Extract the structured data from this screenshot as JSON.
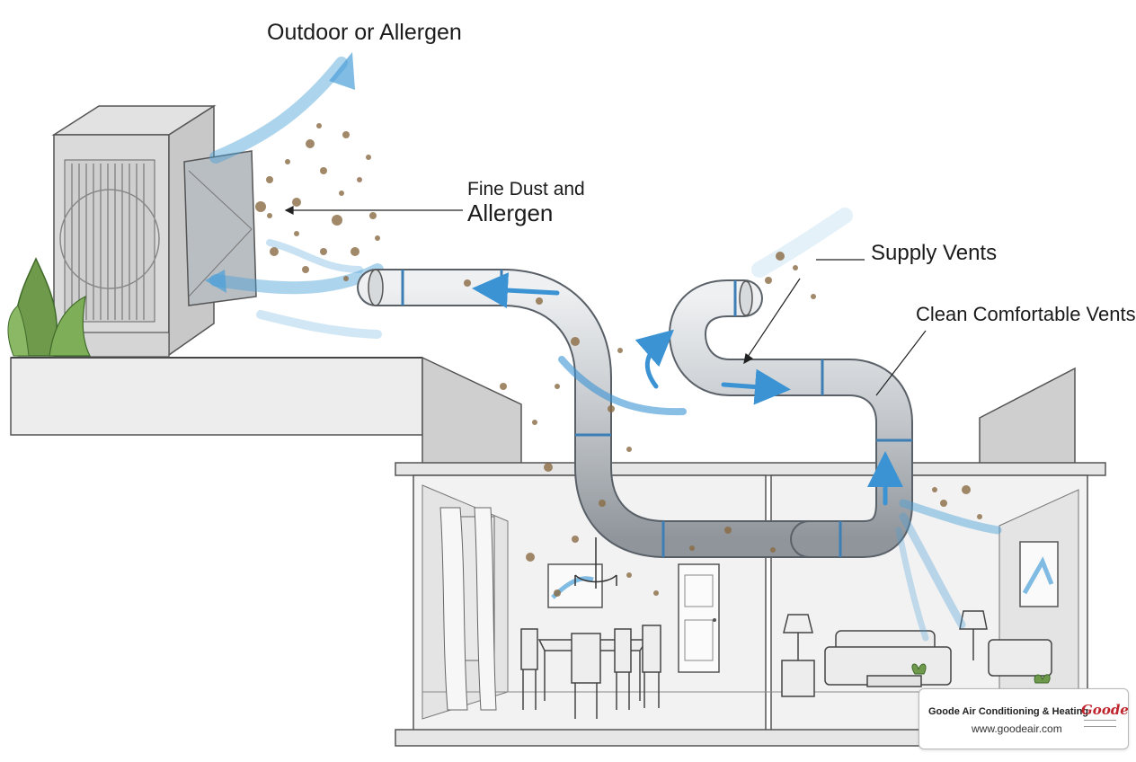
{
  "labels": {
    "outdoor": "Outdoor or Allergen",
    "fine_line1": "Fine Dust and",
    "fine_line2": "Allergen",
    "supply": "Supply Vents",
    "clean": "Clean Comfortable Vents"
  },
  "brand": {
    "name": "Goode Air Conditioning & Heating",
    "url": "www.goodeair.com",
    "logo_text": "Goode"
  },
  "colors": {
    "airflow": "#4a9fd8",
    "duct": "#c9ccd0",
    "duct_ring": "#3d7fb5",
    "dust": "#8a6a42",
    "brand_red": "#c0242c"
  },
  "icons": [
    "airflow-arrow-icon",
    "dust-particle-icon",
    "shrub-icon",
    "chandelier-icon",
    "lamp-icon",
    "sofa-icon",
    "picture-frame-icon"
  ]
}
